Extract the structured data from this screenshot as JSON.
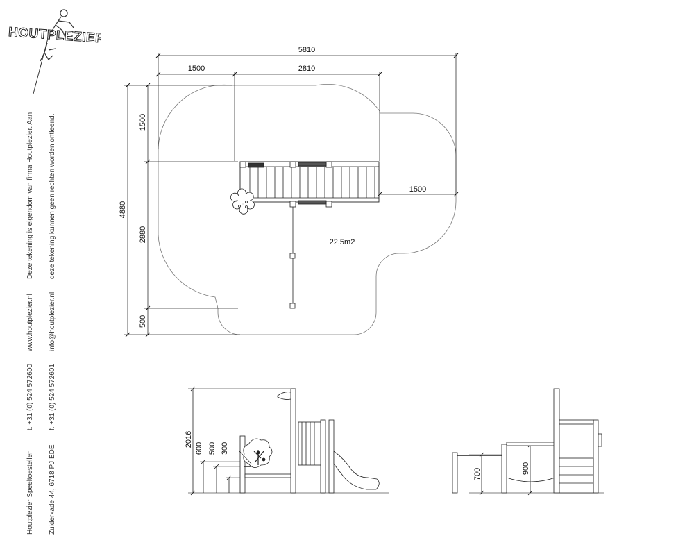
{
  "brand": {
    "logo_text": "HOUTPLEZIER"
  },
  "sidebar": {
    "company_line1": "Houtplezier Speeltoestellen",
    "company_line2": "Zuiderkade 44, 6718 PJ EDE",
    "phone_line1": "t. +31 (0) 524 572600",
    "phone_line2": "f. +31 (0) 524 572601",
    "web_line1": "www.houtplezier.nl",
    "web_line2": "info@houtplezier.nl",
    "disclaimer_line1": "Deze tekening is eigendom van firma Houtplezier. Aan",
    "disclaimer_line2": "deze tekening kunnen geen rechten worden ontleend."
  },
  "plan": {
    "dim_total_width": "5810",
    "dim_left_width": "1500",
    "dim_mid_width": "2810",
    "dim_right_width": "1500",
    "dim_total_height": "4880",
    "dim_top_height": "1500",
    "dim_mid_height": "2880",
    "dim_bottom_height": "500",
    "area_label": "22,5m2"
  },
  "side_view": {
    "dim_total_height": "2016",
    "dim_600": "600",
    "dim_500": "500",
    "dim_300": "300"
  },
  "end_view": {
    "dim_700": "700",
    "dim_900": "900"
  }
}
